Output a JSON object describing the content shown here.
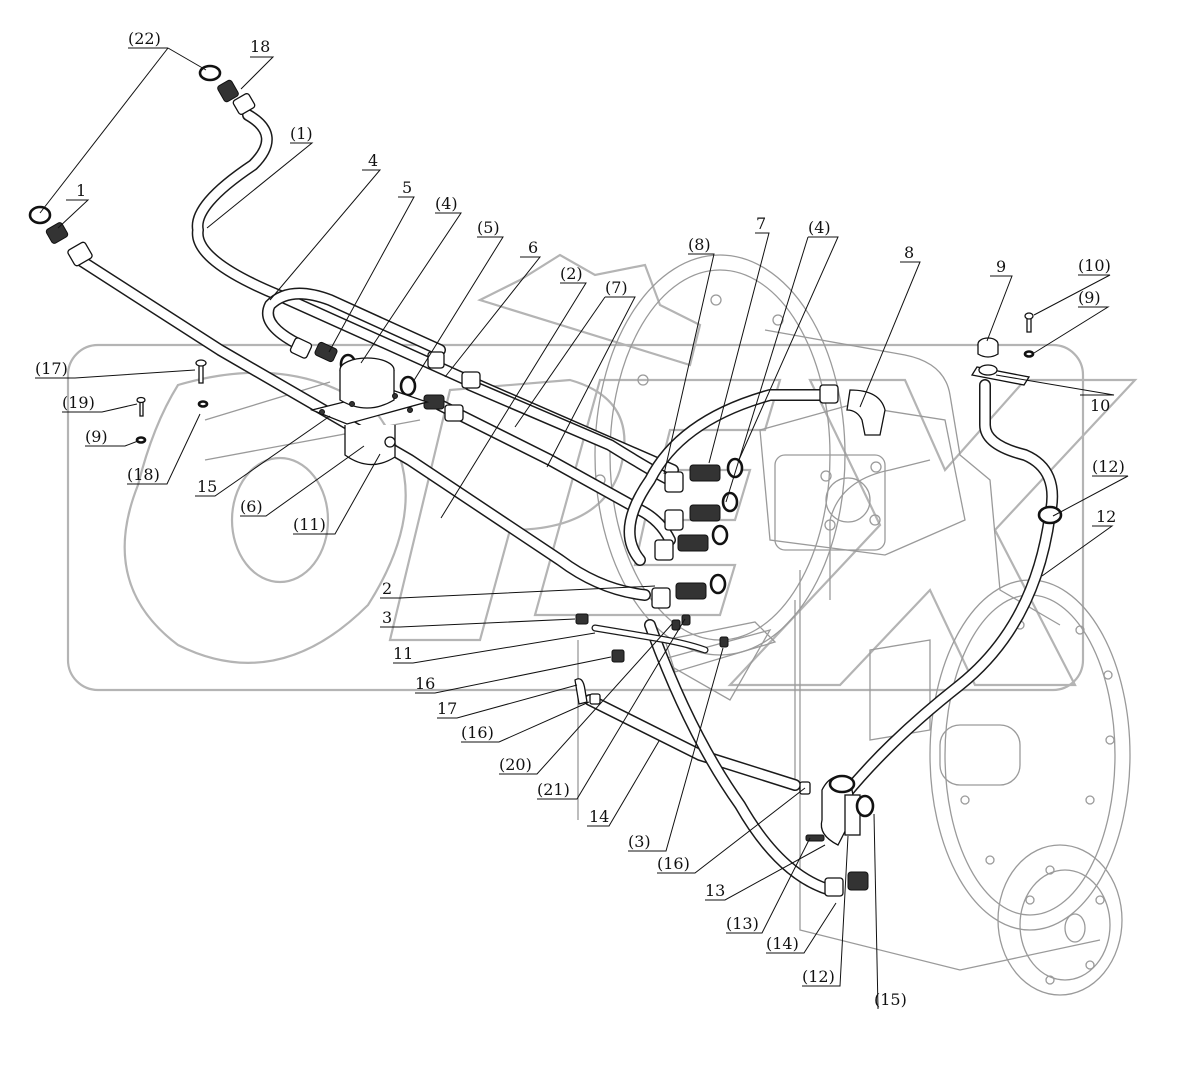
{
  "callouts": [
    {
      "id": "c1",
      "text": "(22)"
    },
    {
      "id": "c2",
      "text": "18"
    },
    {
      "id": "c3",
      "text": "(1)"
    },
    {
      "id": "c4",
      "text": "1"
    },
    {
      "id": "c5",
      "text": "4"
    },
    {
      "id": "c6",
      "text": "5"
    },
    {
      "id": "c7",
      "text": "(4)"
    },
    {
      "id": "c8",
      "text": "(5)"
    },
    {
      "id": "c9",
      "text": "6"
    },
    {
      "id": "c10",
      "text": "(2)"
    },
    {
      "id": "c11",
      "text": "(7)"
    },
    {
      "id": "c12",
      "text": "(8)"
    },
    {
      "id": "c13",
      "text": "7"
    },
    {
      "id": "c14",
      "text": "(4)"
    },
    {
      "id": "c15",
      "text": "8"
    },
    {
      "id": "c16",
      "text": "9"
    },
    {
      "id": "c17",
      "text": "(10)"
    },
    {
      "id": "c18",
      "text": "(9)"
    },
    {
      "id": "c19",
      "text": "10"
    },
    {
      "id": "c20",
      "text": "(12)"
    },
    {
      "id": "c21",
      "text": "12"
    },
    {
      "id": "c22",
      "text": "(17)"
    },
    {
      "id": "c23",
      "text": "(19)"
    },
    {
      "id": "c24",
      "text": "(9)"
    },
    {
      "id": "c25",
      "text": "(18)"
    },
    {
      "id": "c26",
      "text": "15"
    },
    {
      "id": "c27",
      "text": "(6)"
    },
    {
      "id": "c28",
      "text": "(11)"
    },
    {
      "id": "c29",
      "text": "2"
    },
    {
      "id": "c30",
      "text": "3"
    },
    {
      "id": "c31",
      "text": "11"
    },
    {
      "id": "c32",
      "text": "16"
    },
    {
      "id": "c33",
      "text": "17"
    },
    {
      "id": "c34",
      "text": "(16)"
    },
    {
      "id": "c35",
      "text": "(20)"
    },
    {
      "id": "c36",
      "text": "(21)"
    },
    {
      "id": "c37",
      "text": "14"
    },
    {
      "id": "c38",
      "text": "(3)"
    },
    {
      "id": "c39",
      "text": "(16)"
    },
    {
      "id": "c40",
      "text": "13"
    },
    {
      "id": "c41",
      "text": "(13)"
    },
    {
      "id": "c42",
      "text": "(14)"
    },
    {
      "id": "c43",
      "text": "(12)"
    },
    {
      "id": "c44",
      "text": "(15)"
    }
  ]
}
